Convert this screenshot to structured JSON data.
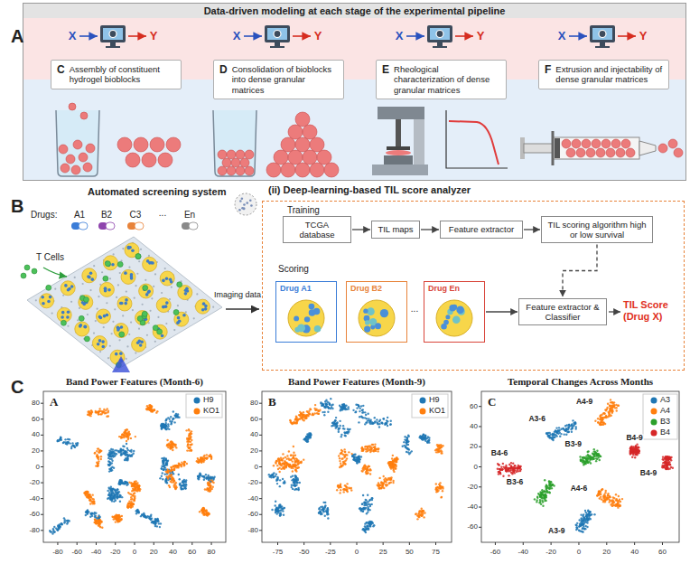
{
  "diagram": {
    "nodes": [
      {
        "text": [
          "Data-driven modeling at each stage of the experimental pipeline"
        ]
      },
      {
        "text": [
          "C",
          "Assembly of constituent hydrogel bioblocks"
        ],
        "in": 0
      },
      {
        "text": [
          "D",
          "Consolidation of bioblocks into dense granular matrices"
        ],
        "in": 0
      },
      {
        "text": [
          "E",
          "Rheological characterization of dense granular matrices"
        ],
        "in": 0
      },
      {
        "text": [
          "F",
          "Extrusion and injectability of dense granular matrices"
        ],
        "in": 0
      },
      {
        "text": [
          "(ii) Deep-learning-based TIL score analyzer"
        ]
      },
      {
        "text": [
          "TCGA database"
        ],
        "in": 5
      },
      {
        "text": [
          "TIL maps"
        ],
        "in": 5
      },
      {
        "text": [
          "Feature extractor"
        ],
        "in": 5
      },
      {
        "text": [
          "TIL scoring algorithm high or low survival"
        ],
        "in": 5
      },
      {
        "text": [
          "Drug A1"
        ],
        "in": 5
      },
      {
        "text": [
          "Drug B2"
        ],
        "in": 5
      },
      {
        "text": [
          "Drug En"
        ],
        "in": 5
      },
      {
        "text": [
          "Feature extractor & Classifier"
        ],
        "in": 5
      }
    ],
    "edges": [
      {
        "from": 6,
        "to": 7,
        "arrow": "to"
      },
      {
        "from": 7,
        "to": 8,
        "arrow": "to"
      },
      {
        "from": 8,
        "to": 9,
        "arrow": "to"
      },
      {
        "from": 9,
        "to": 13,
        "arrow": "to"
      },
      {
        "from": 12,
        "to": 13,
        "arrow": "to"
      }
    ],
    "labels": [
      "A",
      "X",
      "Y",
      "X",
      "Y",
      "X",
      "Y",
      "X",
      "Y",
      "B",
      "Automated screening system",
      "Drugs:",
      "A1",
      "B2",
      "C3",
      "...",
      "En",
      "T Cells",
      "Imaging data",
      "Training",
      "Scoring",
      "...",
      "TIL Score (Drug X)",
      "C",
      "Band Power Features (Month-6)",
      "A",
      "80",
      "60",
      "40",
      "20",
      "0",
      "-20",
      "-40",
      "-60",
      "-80",
      "-80",
      "-60",
      "-40",
      "-20",
      "0",
      "20",
      "40",
      "60",
      "80",
      "Band Power Features (Month-9)",
      "B",
      "80",
      "60",
      "40",
      "20",
      "0",
      "-20",
      "-40",
      "-60",
      "-80",
      "-75",
      "-50",
      "-25",
      "0",
      "25",
      "50",
      "75",
      "Temporal Changes Across Months",
      "C",
      "60",
      "40",
      "20",
      "0",
      "-20",
      "-40",
      "-60",
      "-60",
      "-40",
      "-20",
      "0",
      "20",
      "40",
      "60",
      "A3-6",
      "A4-9",
      "B4-9",
      "B3-9",
      "B4-6",
      "B4-9",
      "B3-6",
      "A4-6",
      "A3-9"
    ],
    "legend": [
      {
        "text": "H9",
        "color": "#1f77b4"
      },
      {
        "text": "KO1",
        "color": "#ff7f0e"
      },
      {
        "text": "H9",
        "color": "#1f77b4"
      },
      {
        "text": "KO1",
        "color": "#ff7f0e"
      },
      {
        "text": "A3",
        "color": "#1f77b4"
      },
      {
        "text": "A4",
        "color": "#ff7f0e"
      },
      {
        "text": "B3",
        "color": "#2ca02c"
      },
      {
        "text": "B4",
        "color": "#d62728"
      }
    ]
  }
}
